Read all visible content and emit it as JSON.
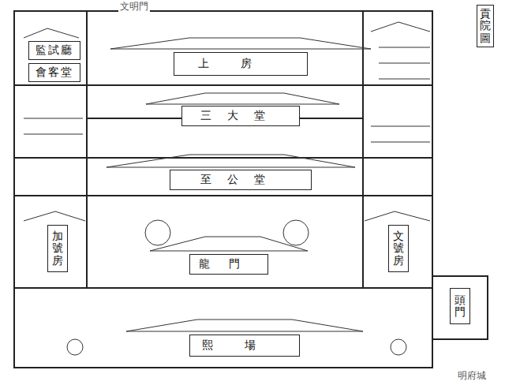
{
  "diagram": {
    "title": "貢院圖",
    "nodes": [
      {
        "text": [
          "上房"
        ]
      },
      {
        "text": [
          "三大堂"
        ]
      },
      {
        "text": [
          "至公堂"
        ]
      },
      {
        "text": [
          "龍門"
        ]
      },
      {
        "text": [
          "熙場"
        ]
      },
      {
        "text": [
          "監試廳"
        ]
      },
      {
        "text": [
          "會客堂"
        ]
      },
      {
        "text": [
          "加號房"
        ]
      },
      {
        "text": [
          "文號房"
        ]
      },
      {
        "text": [
          "頭門"
        ]
      }
    ],
    "labels": [
      "文明門",
      "明府城"
    ]
  }
}
